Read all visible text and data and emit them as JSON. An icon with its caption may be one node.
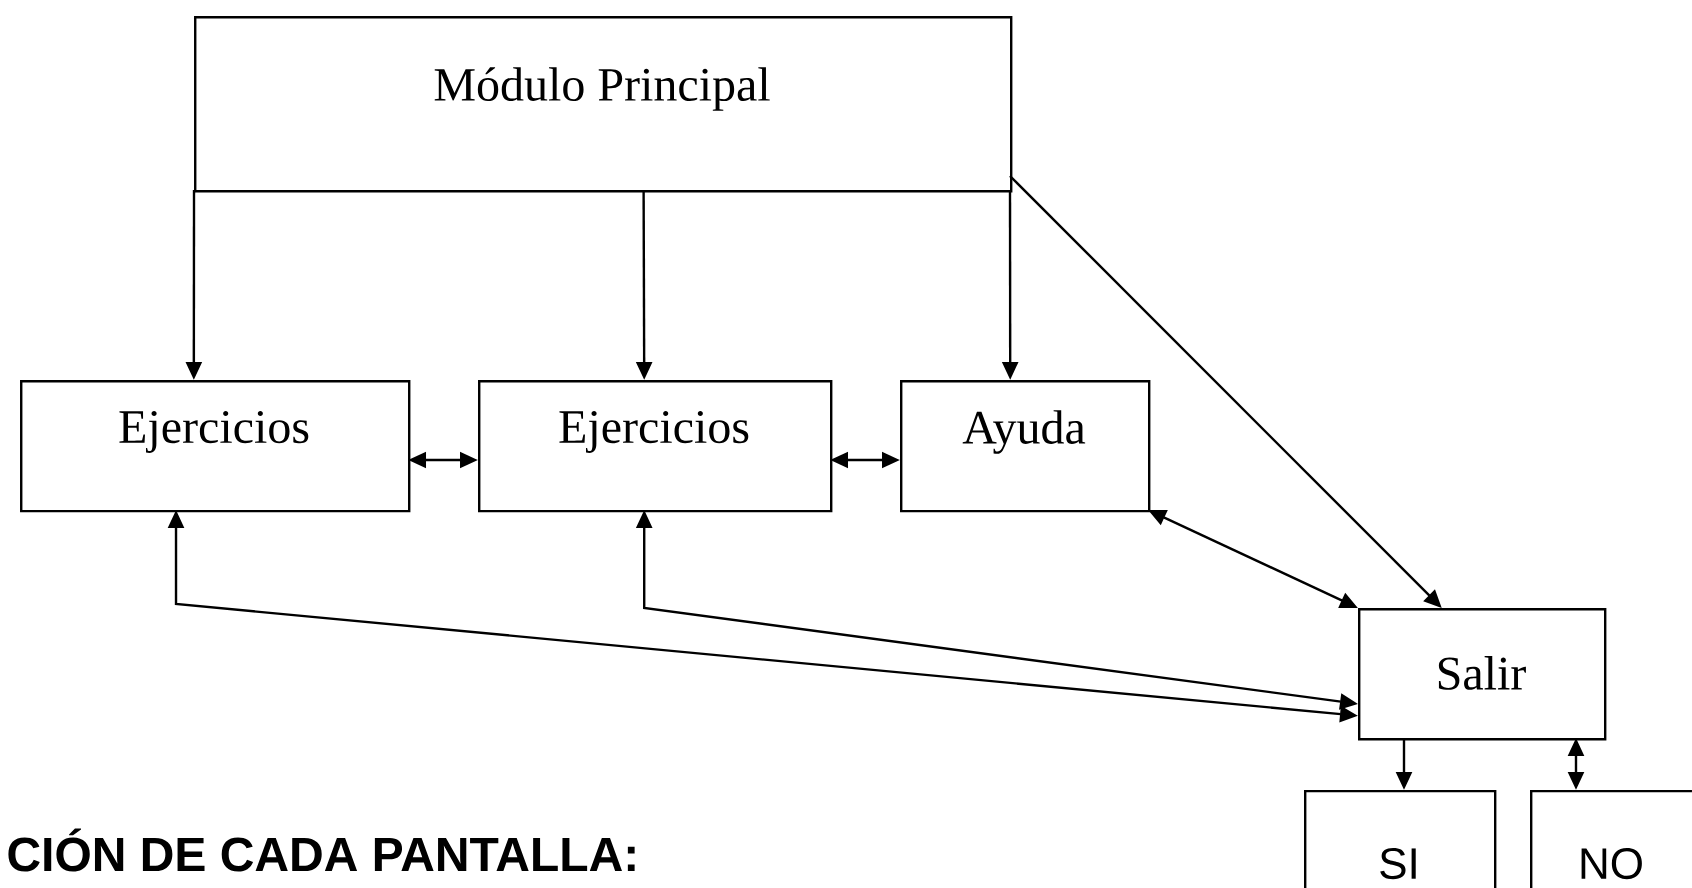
{
  "diagram": {
    "nodes": [
      {
        "text": [
          "Módulo Principal"
        ]
      },
      {
        "text": [
          "Ejercicios"
        ]
      },
      {
        "text": [
          "Ejercicios"
        ]
      },
      {
        "text": [
          "Ayuda"
        ]
      },
      {
        "text": [
          "Salir"
        ]
      },
      {
        "text": [
          "SI"
        ]
      },
      {
        "text": [
          "NO"
        ]
      }
    ],
    "edges": [
      {
        "from": 0,
        "to": 1,
        "arrow": "to"
      },
      {
        "from": 0,
        "to": 2,
        "arrow": "to"
      },
      {
        "from": 0,
        "to": 3,
        "arrow": "to"
      },
      {
        "from": 0,
        "to": 4,
        "arrow": "to"
      },
      {
        "from": 1,
        "to": 2,
        "arrow": "both"
      },
      {
        "from": 2,
        "to": 3,
        "arrow": "both"
      },
      {
        "from": 3,
        "to": 4,
        "arrow": "both"
      },
      {
        "from": 1,
        "to": 4,
        "arrow": "both"
      },
      {
        "from": 2,
        "to": 4,
        "arrow": "both"
      },
      {
        "from": 4,
        "to": 5,
        "arrow": "to"
      },
      {
        "from": 4,
        "to": 6,
        "arrow": "both"
      }
    ],
    "labels": [
      "CIÓN DE CADA PANTALLA:"
    ]
  }
}
